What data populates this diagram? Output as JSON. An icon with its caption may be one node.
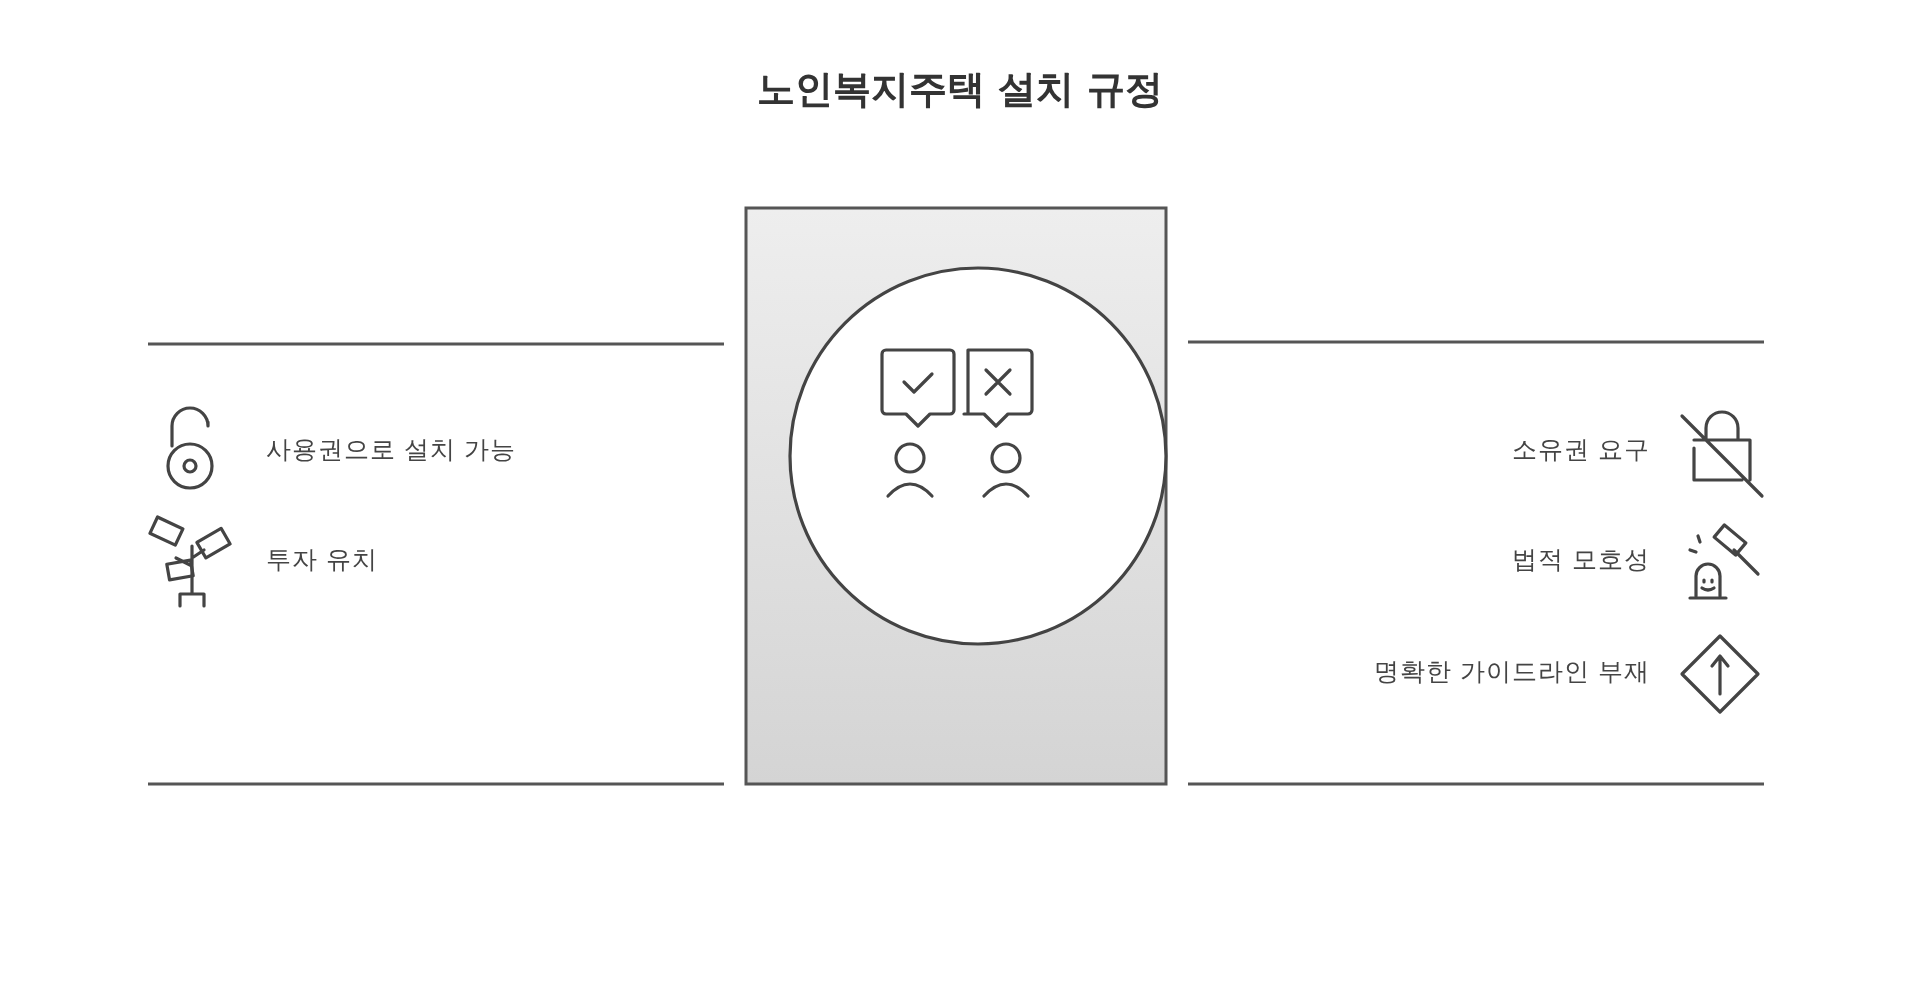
{
  "diagram": {
    "title": "노인복지주택 설치 규정",
    "labels": [
      "사용권으로 설치 가능",
      "투자 유치",
      "소유권 요구",
      "법적 모호성",
      "명확한 가이드라인 부재"
    ]
  }
}
